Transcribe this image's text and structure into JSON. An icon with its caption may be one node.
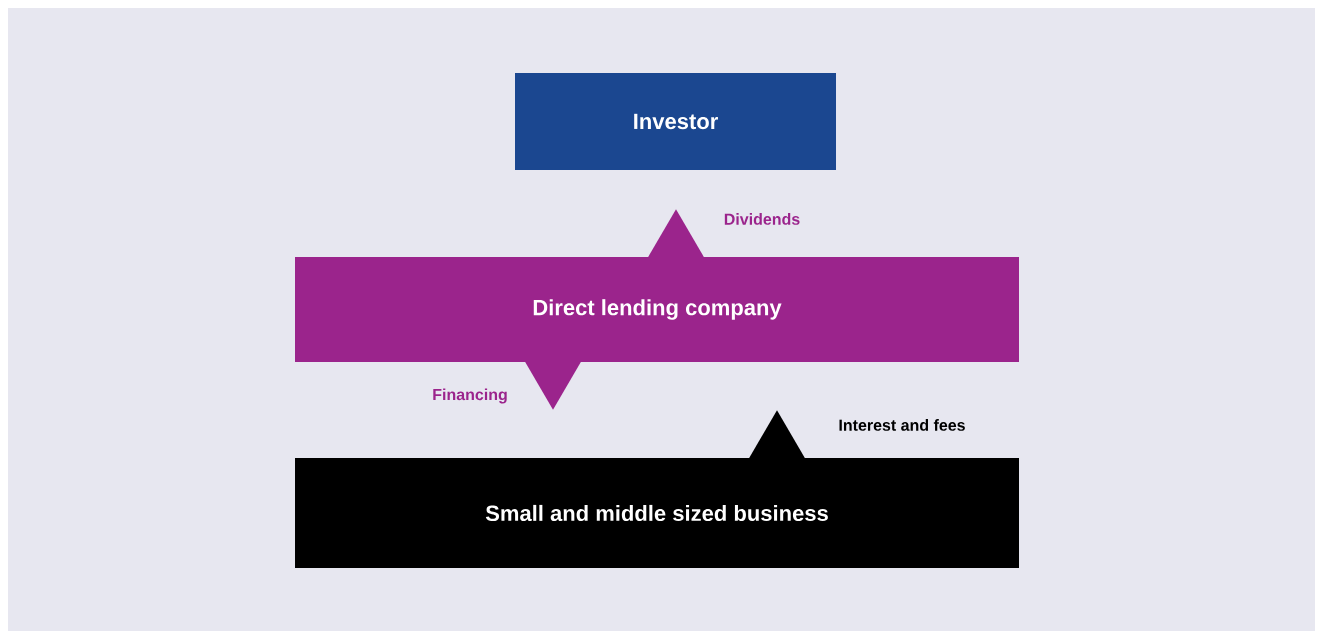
{
  "diagram": {
    "nodes": [
      {
        "text": [
          "Investor"
        ]
      },
      {
        "text": [
          "Direct lending company"
        ]
      },
      {
        "text": [
          "Small and middle sized business"
        ]
      }
    ],
    "edges": [
      {
        "from": 1,
        "to": 0,
        "arrow": "to",
        "label": "Dividends"
      },
      {
        "from": 1,
        "to": 2,
        "arrow": "to",
        "label": "Financing"
      },
      {
        "from": 2,
        "to": 1,
        "arrow": "to",
        "label": "Interest and fees",
        "color": "#000000"
      }
    ]
  }
}
